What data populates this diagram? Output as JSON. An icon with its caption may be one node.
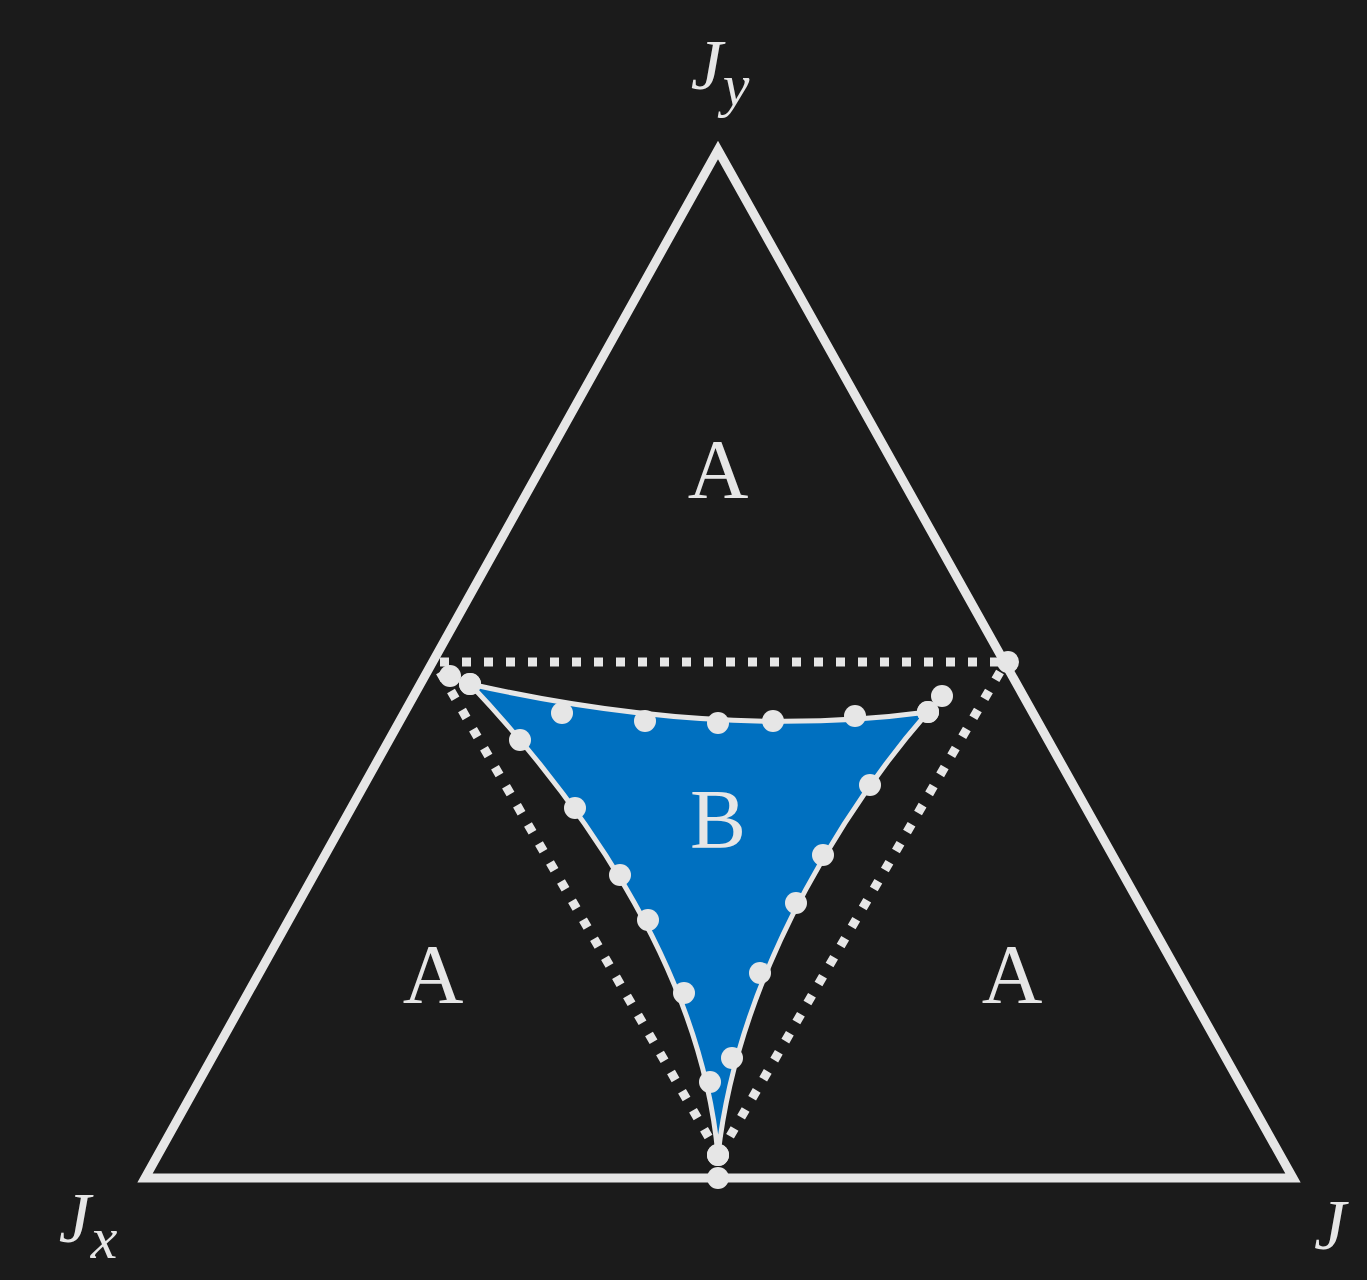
{
  "diagram": {
    "nodes": [
      {
        "text": [
          "B"
        ]
      }
    ],
    "edges": [],
    "labels": [
      "J$_{y}$",
      "A",
      "A",
      "A",
      "J$_{x}$",
      "J"
    ]
  }
}
